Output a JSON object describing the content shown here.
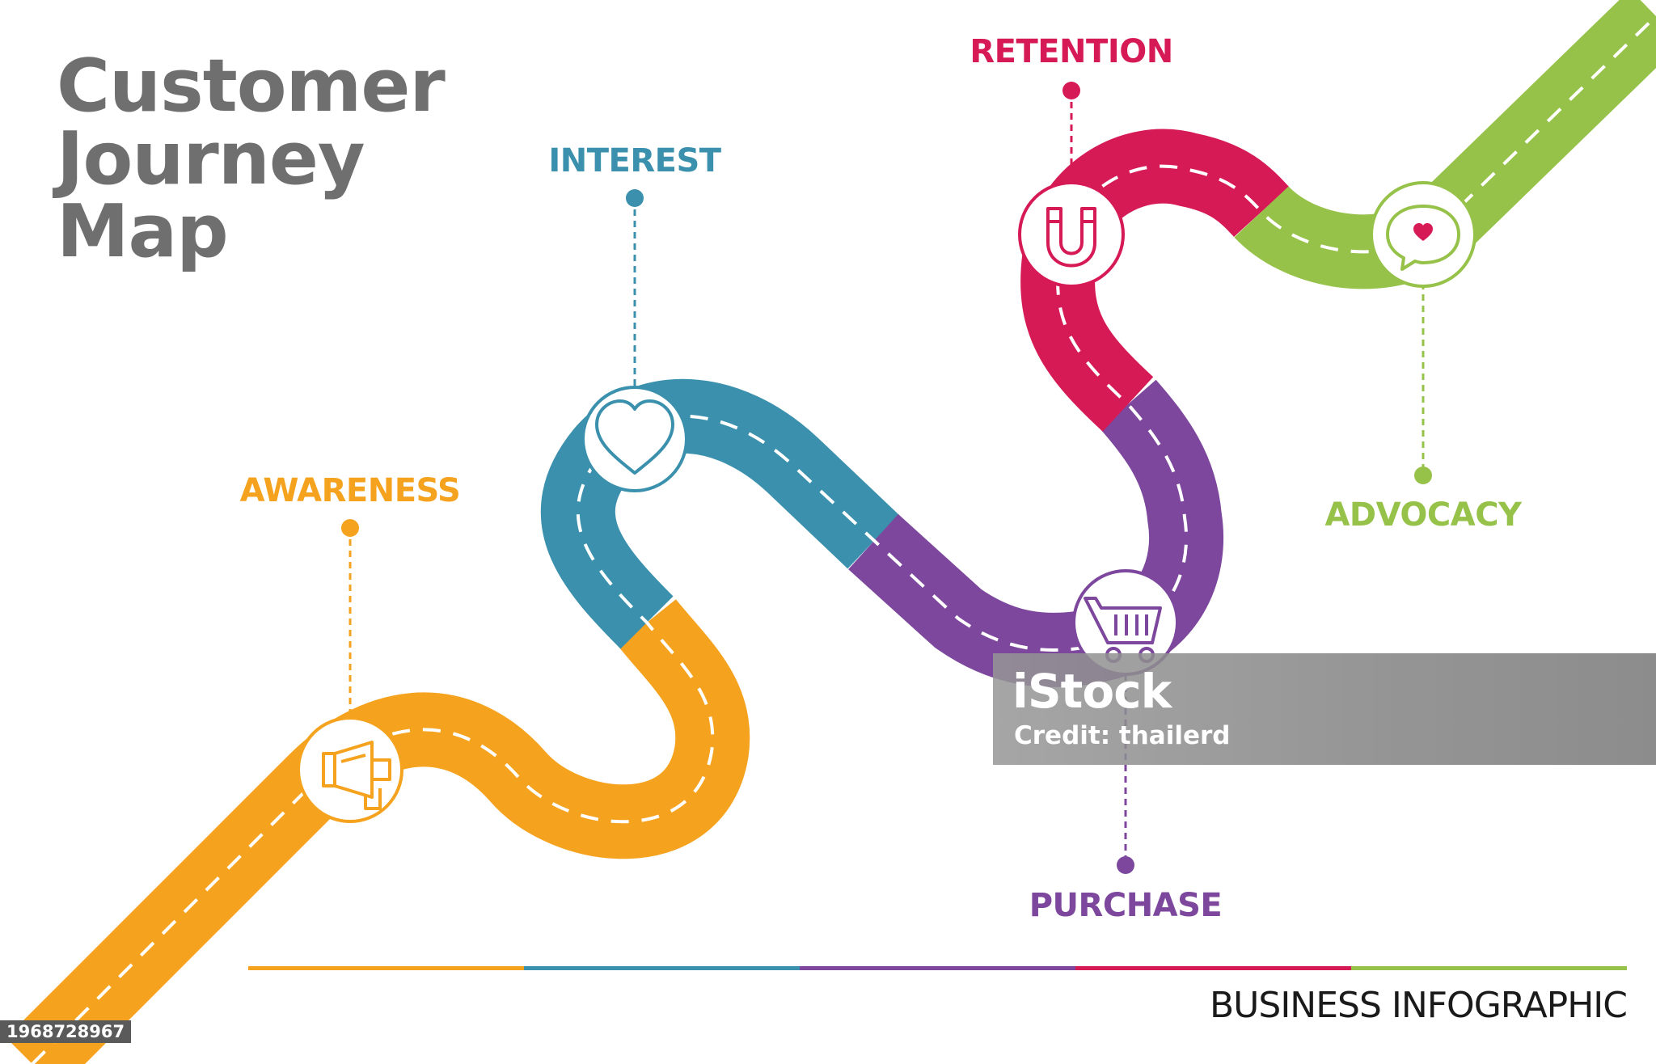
{
  "title": {
    "line1": "Customer",
    "line2": "Journey",
    "line3": "Map"
  },
  "stages": [
    {
      "key": "awareness",
      "label": "AWARENESS",
      "color": "#f5a31f",
      "icon": "megaphone-icon"
    },
    {
      "key": "interest",
      "label": "INTEREST",
      "color": "#3b91ad",
      "icon": "heart-icon"
    },
    {
      "key": "purchase",
      "label": "PURCHASE",
      "color": "#7c479d",
      "icon": "shopping-cart-icon"
    },
    {
      "key": "retention",
      "label": "RETENTION",
      "color": "#d61a56",
      "icon": "magnet-icon"
    },
    {
      "key": "advocacy",
      "label": "ADVOCACY",
      "color": "#96c24a",
      "icon": "chat-heart-icon"
    }
  ],
  "footer": {
    "label": "BUSINESS INFOGRAPHIC"
  },
  "watermark": {
    "logo": "iStock",
    "credit": "Credit: thailerd",
    "image_id": "1968728967"
  }
}
